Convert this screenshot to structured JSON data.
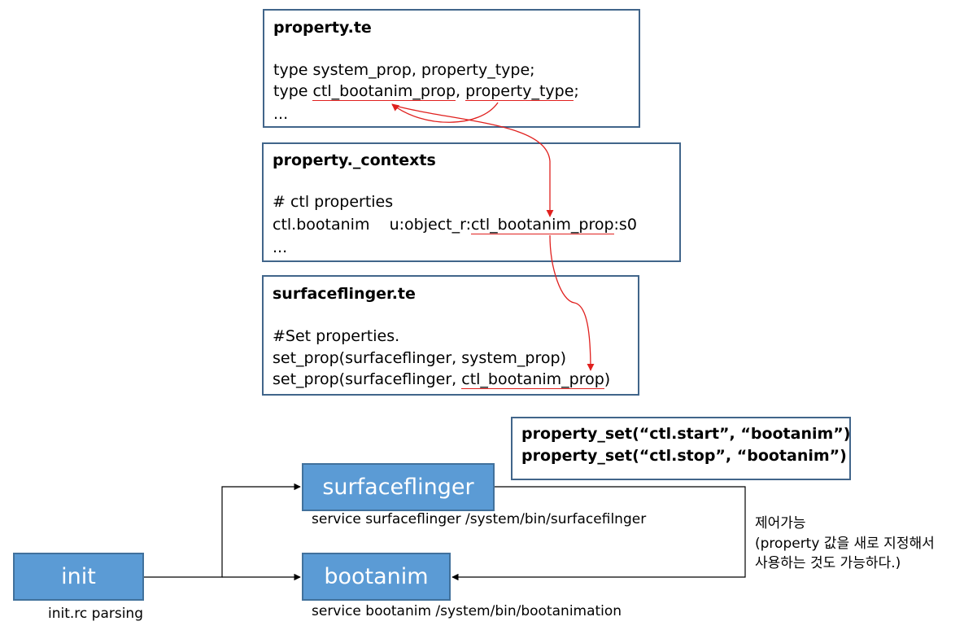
{
  "property_te": {
    "title": "property.te",
    "line1": "type system_prop, property_type;",
    "line2_prefix": "type ",
    "line2_ctl": "ctl_bootanim_prop",
    "line2_sep": ", ",
    "line2_ptype": "property_type",
    "line2_end": ";",
    "line3": "..."
  },
  "property_contexts": {
    "title": "property._contexts",
    "line1": "# ctl properties",
    "line2_prefix": "ctl.bootanim    u:object_r:",
    "line2_ctl": "ctl_bootanim_prop",
    "line2_end": ":s0",
    "line3": "..."
  },
  "surfaceflinger_te": {
    "title": "surfaceflinger.te",
    "line1": "#Set properties.",
    "line2": "set_prop(surfaceflinger, system_prop)",
    "line3_prefix": "set_prop(surfaceflinger, ",
    "line3_ctl": "ctl_bootanim_prop",
    "line3_end": ")"
  },
  "commands": {
    "line1": "property_set(“ctl.start”, “bootanim”)",
    "line2": "property_set(“ctl.stop”, “bootanim”)"
  },
  "nodes": {
    "init": "init",
    "surfaceflinger": "surfaceflinger",
    "bootanim": "bootanim"
  },
  "captions": {
    "init": "init.rc parsing",
    "surfaceflinger": "service surfaceflinger /system/bin/surfacefilnger",
    "bootanim": "service bootanim /system/bin/bootanimation"
  },
  "note": {
    "line1": "제어가능",
    "line2": "(property 값을 새로 지정해서",
    "line3": "사용하는 것도 가능하다.)"
  },
  "colors": {
    "box_border": "#41658a",
    "node_fill": "#5b9bd5",
    "arrow_red": "#e0201e"
  }
}
